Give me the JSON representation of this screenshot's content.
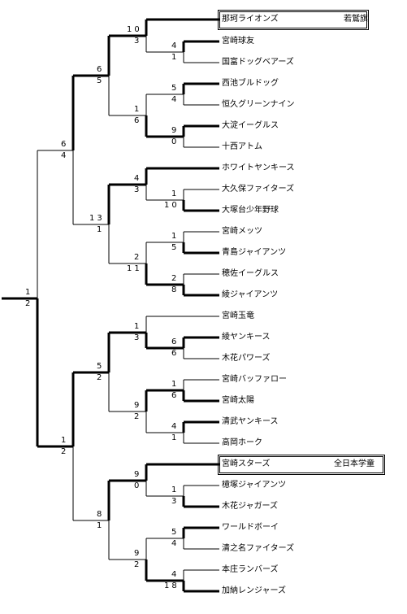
{
  "teams": [
    "那珂ライオンズ",
    "宮崎球友",
    "国富ドッグベアーズ",
    "西池ブルドッグ",
    "恒久グリーンナイン",
    "大淀イーグルス",
    "十西アトム",
    "ホワイトヤンキース",
    "大久保ファイターズ",
    "大塚台少年野球",
    "宮崎メッツ",
    "青島ジャイアンツ",
    "穂佐イーグルス",
    "綾ジャイアンツ",
    "宮崎玉竜",
    "綾ヤンキース",
    "木花パワーズ",
    "宮崎バッファロー",
    "宮崎太陽",
    "清武ヤンキース",
    "高岡ホーク",
    "宮崎スターズ",
    "全日本学童",
    "檍塚ジャイアンツ",
    "木花ジャガーズ",
    "ワールドボーイ",
    "清之名ファイターズ",
    "本庄ランバーズ",
    "加納レンジャーズ"
  ],
  "awards": [
    {
      "team_index": 0,
      "label": "若鷲旗"
    },
    {
      "team_index": 21,
      "label": "全日本学童"
    }
  ],
  "matches": [
    {
      "id": "r1a",
      "top": "10",
      "bottom": "3"
    },
    {
      "id": "r1b",
      "top": "4",
      "bottom": "1"
    },
    {
      "id": "r1c",
      "top": "5",
      "bottom": "4"
    },
    {
      "id": "r1d",
      "top": "9",
      "bottom": "0"
    },
    {
      "id": "r1e",
      "top": "1",
      "bottom": "10"
    },
    {
      "id": "r1f",
      "top": "1",
      "bottom": "5"
    },
    {
      "id": "r1g",
      "top": "2",
      "bottom": "8"
    },
    {
      "id": "r1h",
      "top": "6",
      "bottom": "6"
    },
    {
      "id": "r1i",
      "top": "1",
      "bottom": "6"
    },
    {
      "id": "r1j",
      "top": "4",
      "bottom": "1"
    },
    {
      "id": "r1k",
      "top": "1",
      "bottom": "3"
    },
    {
      "id": "r1l",
      "top": "5",
      "bottom": "4"
    },
    {
      "id": "r1m",
      "top": "4",
      "bottom": "18"
    },
    {
      "id": "r2a",
      "top": "1",
      "bottom": "6"
    },
    {
      "id": "r2b",
      "top": "4",
      "bottom": "3"
    },
    {
      "id": "r2c",
      "top": "2",
      "bottom": "11"
    },
    {
      "id": "r2d",
      "top": "1",
      "bottom": "3"
    },
    {
      "id": "r2e",
      "top": "9",
      "bottom": "2"
    },
    {
      "id": "r2f",
      "top": "9",
      "bottom": "0"
    },
    {
      "id": "r2g",
      "top": "9",
      "bottom": "2"
    },
    {
      "id": "r3a",
      "top": "6",
      "bottom": "5"
    },
    {
      "id": "r3b",
      "top": "13",
      "bottom": "1"
    },
    {
      "id": "r3c",
      "top": "5",
      "bottom": "2"
    },
    {
      "id": "r3d",
      "top": "8",
      "bottom": "1"
    },
    {
      "id": "sfa",
      "top": "6",
      "bottom": "4"
    },
    {
      "id": "sfb",
      "top": "1",
      "bottom": "2"
    },
    {
      "id": "final",
      "top": "1",
      "bottom": "2"
    }
  ]
}
